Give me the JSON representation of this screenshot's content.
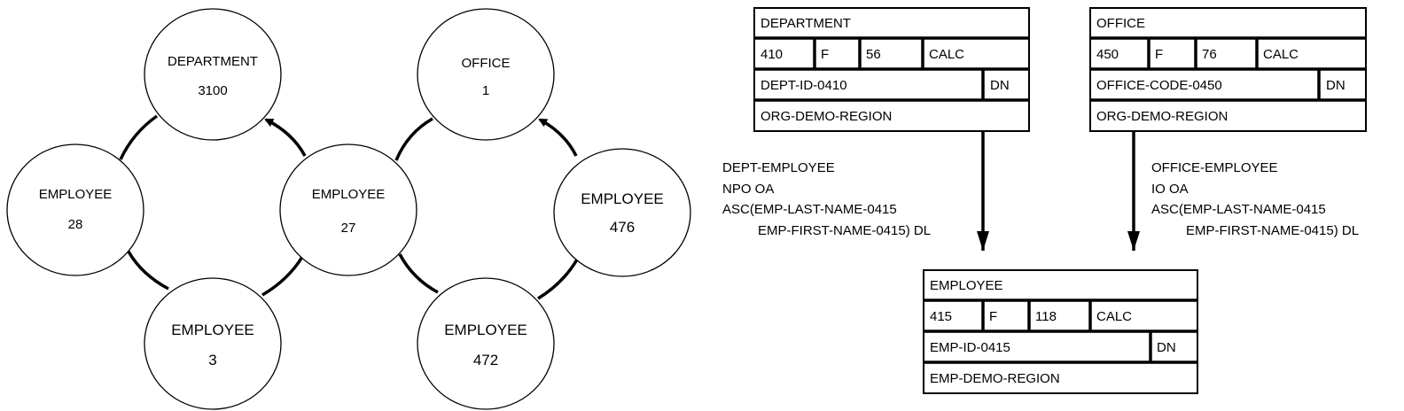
{
  "occurrence_diagram": {
    "nodes": [
      {
        "label": "DEPARTMENT",
        "value": "3100"
      },
      {
        "label": "OFFICE",
        "value": "1"
      },
      {
        "label": "EMPLOYEE",
        "value": "28"
      },
      {
        "label": "EMPLOYEE",
        "value": "27"
      },
      {
        "label": "EMPLOYEE",
        "value": "476"
      },
      {
        "label": "EMPLOYEE",
        "value": "3"
      },
      {
        "label": "EMPLOYEE",
        "value": "472"
      }
    ]
  },
  "bachman_diagram": {
    "records": {
      "department": {
        "name": "DEPARTMENT",
        "id": "410",
        "type": "F",
        "length": "56",
        "location_mode": "CALC",
        "calc_key": "DEPT-ID-0410",
        "duplicates": "DN",
        "area": "ORG-DEMO-REGION"
      },
      "office": {
        "name": "OFFICE",
        "id": "450",
        "type": "F",
        "length": "76",
        "location_mode": "CALC",
        "calc_key": "OFFICE-CODE-0450",
        "duplicates": "DN",
        "area": "ORG-DEMO-REGION"
      },
      "employee": {
        "name": "EMPLOYEE",
        "id": "415",
        "type": "F",
        "length": "118",
        "location_mode": "CALC",
        "calc_key": "EMP-ID-0415",
        "duplicates": "DN",
        "area": "EMP-DEMO-REGION"
      }
    },
    "sets": {
      "dept_employee": {
        "name": "DEPT-EMPLOYEE",
        "pointers": "NPO OA",
        "order_line1": "ASC(EMP-LAST-NAME-0415",
        "order_line2": "EMP-FIRST-NAME-0415) DL"
      },
      "office_employee": {
        "name": "OFFICE-EMPLOYEE",
        "pointers": "IO OA",
        "order_line1": "ASC(EMP-LAST-NAME-0415",
        "order_line2": "EMP-FIRST-NAME-0415) DL"
      }
    }
  }
}
